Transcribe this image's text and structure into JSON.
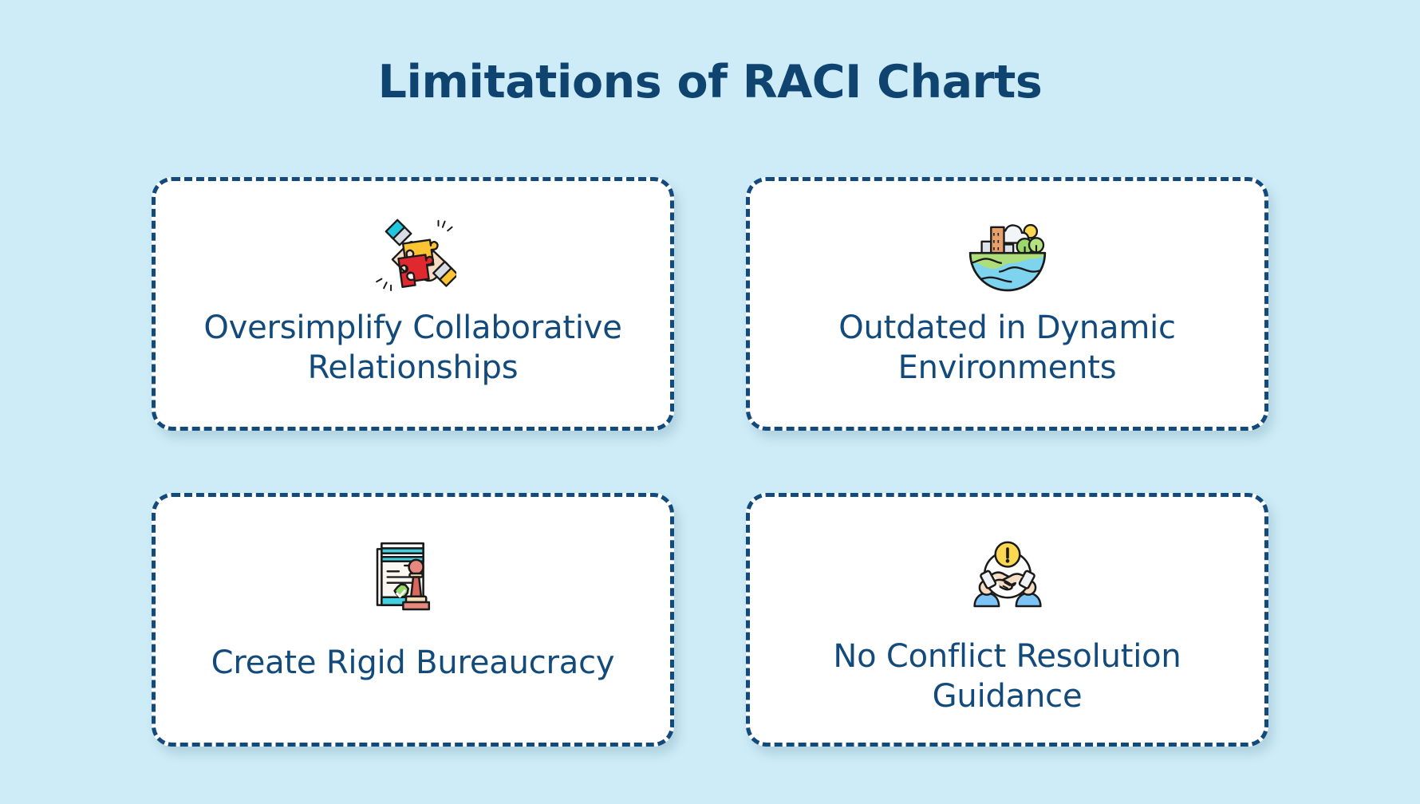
{
  "page": {
    "title": "Limitations of RACI Charts",
    "background_color": "#cdecf7",
    "title_color": "#0f4470",
    "card_text_color": "#134a7c",
    "card_border_color": "#134a7c",
    "card_background_color": "#ffffff"
  },
  "cards": [
    {
      "label": "Oversimplify Collaborative Relationships",
      "icon": "puzzle-hands-icon"
    },
    {
      "label": "Outdated in Dynamic Environments",
      "icon": "eco-city-globe-icon"
    },
    {
      "label": "Create Rigid Bureaucracy",
      "icon": "document-stamp-icon"
    },
    {
      "label": "No Conflict Resolution Guidance",
      "icon": "handshake-warning-icon"
    }
  ]
}
